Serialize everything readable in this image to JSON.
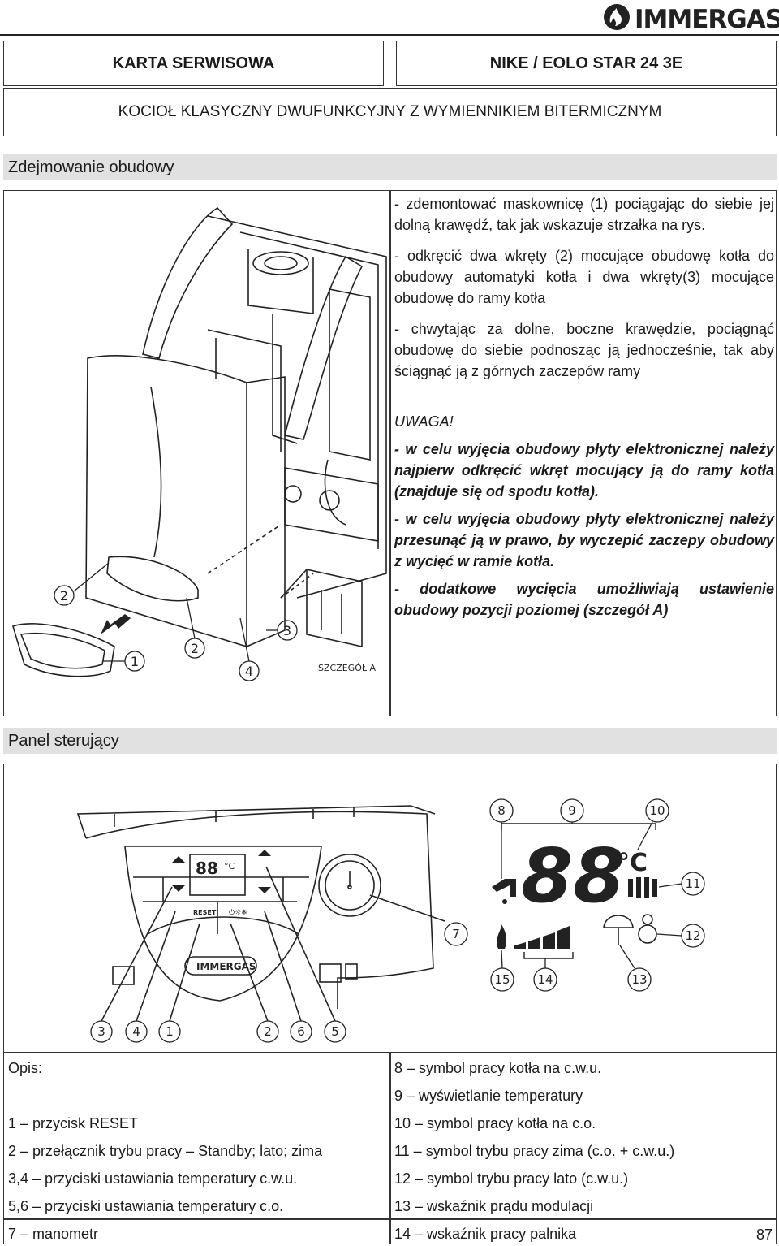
{
  "brand": "IMMERGAS",
  "header": {
    "left_title": "KARTA SERWISOWA",
    "right_title": "NIKE / EOLO STAR 24 3E",
    "subtitle": "KOCIOŁ KLASYCZNY DWUFUNKCYJNY Z WYMIENNIKIEM BITERMICZNYM"
  },
  "section1": {
    "title": "Zdejmowanie obudowy",
    "steps": [
      "- zdemontować maskownicę (1) pociągając do siebie jej dolną krawędź, tak jak wskazuje strzałka na rys.",
      "- odkręcić dwa wkręty (2) mocujące obudowę kotła do obudowy automatyki kotła i dwa wkręty(3) mocujące obudowę do ramy kotła",
      "- chwytając za dolne, boczne krawędzie, pociągnąć obudowę do siebie podnosząc ją jednocześnie, tak aby ściągnąć ją z górnych zaczepów ramy"
    ],
    "warning_title": "UWAGA!",
    "warnings": [
      "- w celu wyjęcia obudowy płyty elektronicznej należy najpierw odkręcić wkręt mocujący ją do ramy kotła (znajduje się od spodu kotła).",
      "- w celu wyjęcia obudowy płyty elektronicznej należy przesunąć ją w prawo, by wyczepić zaczepy obudowy z wycięć w ramie kotła.",
      "- dodatkowe wycięcia umożliwiają ustawienie obudowy pozycji poziomej (szczegół A)"
    ],
    "figure_labels": {
      "n1": "1",
      "n2a": "2",
      "n2b": "2",
      "n3": "3",
      "n4": "4",
      "detail": "SZCZEGÓŁ A"
    }
  },
  "section2": {
    "title": "Panel sterujący",
    "panel": {
      "display_digits": "88",
      "display_unit": "°C",
      "reset_label": "RESET",
      "brand": "IMMERGAS",
      "big_digits": "88",
      "big_unit": "°C"
    },
    "callouts_bottom": [
      "3",
      "4",
      "1",
      "2",
      "6",
      "5"
    ],
    "callouts_right": [
      "8",
      "9",
      "10",
      "11",
      "12",
      "13",
      "14",
      "15",
      "7"
    ]
  },
  "legend": {
    "title": "Opis:",
    "left": [
      "1 – przycisk RESET",
      "2 – przełącznik trybu pracy – Standby; lato; zima",
      "3,4 – przyciski ustawiania temperatury c.w.u.",
      "5,6 – przyciski ustawiania temperatury c.o.",
      "7 – manometr"
    ],
    "right": [
      "8 – symbol pracy kotła na c.w.u.",
      "9 – wyświetlanie temperatury",
      "10 – symbol pracy kotła na c.o.",
      "11 – symbol trybu pracy zima (c.o. + c.w.u.)",
      "12 – symbol trybu pracy lato (c.w.u.)",
      "13 – wskaźnik prądu modulacji",
      "14 – wskaźnik pracy palnika"
    ]
  },
  "page_number": "87"
}
